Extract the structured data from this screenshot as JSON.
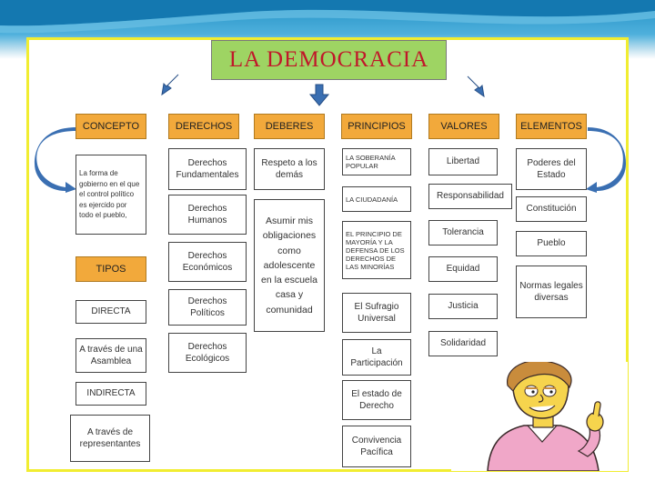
{
  "title": "LA DEMOCRACIA",
  "colors": {
    "title_bg": "#9ed463",
    "title_text": "#c0182a",
    "header_bg": "#f2a93b",
    "frame": "#f1ed31",
    "arrow": "#3a6fb2"
  },
  "headers": {
    "concepto": "CONCEPTO",
    "derechos": "DERECHOS",
    "deberes": "DEBERES",
    "principios": "PRINCIPIOS",
    "valores": "VALORES",
    "elementos": "ELEMENTOS",
    "tipos": "TIPOS"
  },
  "concepto_text": "La forma de gobierno en el que el control político es ejercido por todo el pueblo,",
  "tipos": [
    "DIRECTA",
    "A través de una Asamblea",
    "INDIRECTA",
    "A través de representantes"
  ],
  "derechos": [
    "Derechos Fundamentales",
    "Derechos Humanos",
    "Derechos Económicos",
    "Derechos Políticos",
    "Derechos Ecológicos"
  ],
  "deberes": [
    "Respeto a los demás",
    "Asumir mis obligaciones como adolescente en la escuela casa y comunidad"
  ],
  "principios": [
    "LA SOBERANÍA POPULAR",
    "LA CIUDADANÍA",
    "EL PRINCIPIO DE MAYORÍA Y LA DEFENSA DE LOS DERECHOS DE LAS MINORÍAS",
    "El Sufragio Universal",
    "La Participación",
    "El estado de Derecho",
    "Convivencia Pacífica"
  ],
  "valores": [
    "Libertad",
    "Responsabilidad",
    "Tolerancia",
    "Equidad",
    "Justicia",
    "Solidaridad"
  ],
  "elementos": [
    "Poderes del Estado",
    "Constitución",
    "Pueblo",
    "Normas legales diversas"
  ]
}
